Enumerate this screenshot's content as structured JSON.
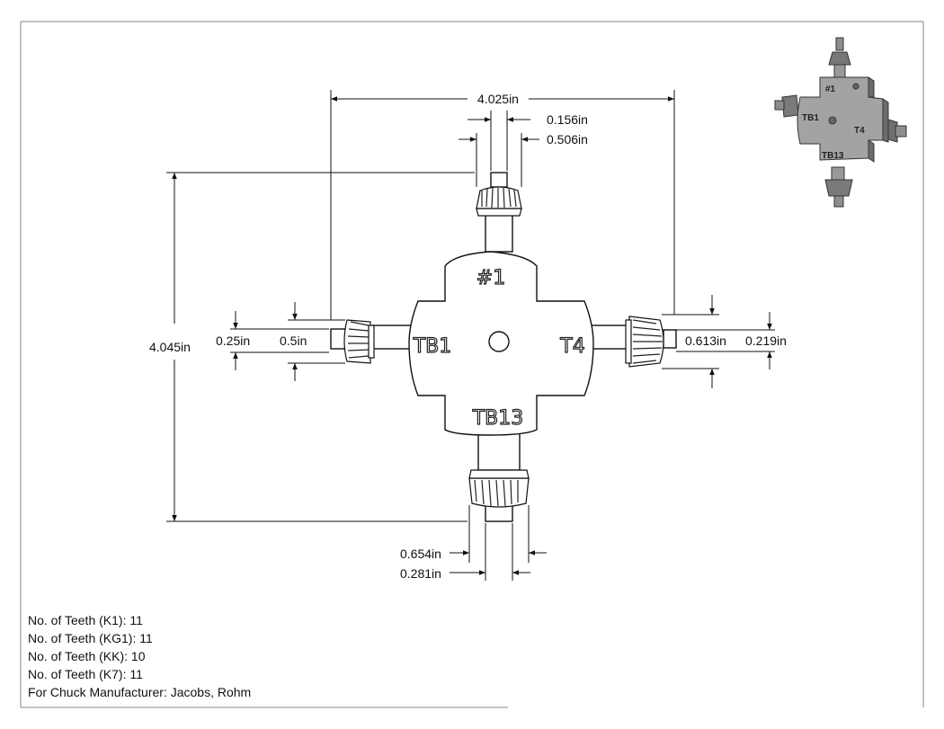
{
  "dimensions": {
    "overall_width": "4.025in",
    "overall_height": "4.045in",
    "top_pin": "0.156in",
    "top_gear": "0.506in",
    "left_pin": "0.25in",
    "left_gear": "0.5in",
    "right_gear": "0.613in",
    "right_pin": "0.219in",
    "bottom_gear": "0.654in",
    "bottom_pin": "0.281in"
  },
  "labels": {
    "top": "#1",
    "left": "TB1",
    "right": "T4",
    "bottom": "TB13"
  },
  "thumbnail_labels": {
    "top": "#1",
    "left": "TB1",
    "right": "T4",
    "bottom": "TB13"
  },
  "notes": [
    "No. of Teeth (K1): 11",
    "No. of Teeth (KG1): 11",
    "No. of Teeth (KK): 10",
    "No. of Teeth (K7): 11",
    "For Chuck Manufacturer: Jacobs, Rohm"
  ]
}
